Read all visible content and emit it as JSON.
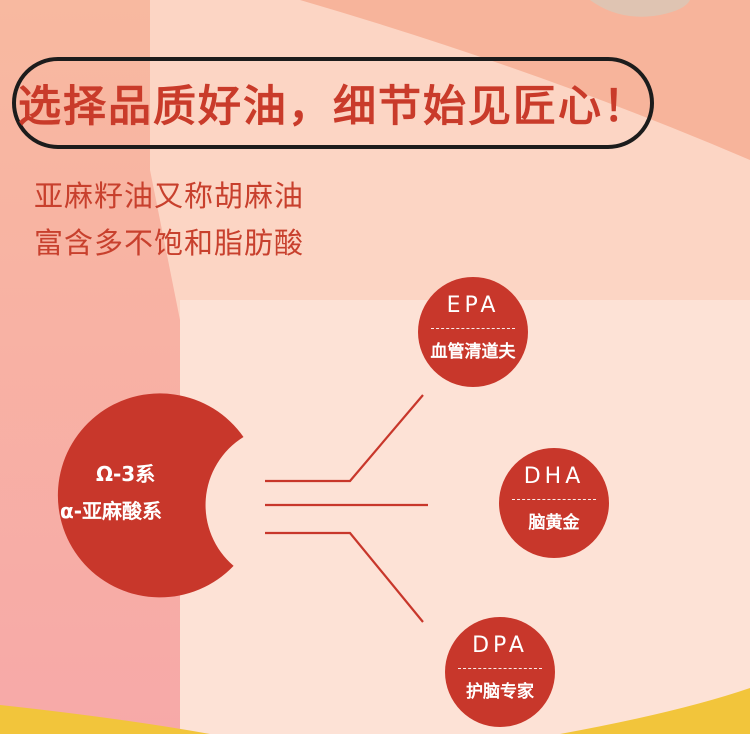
{
  "title": "选择品质好油，细节始见匠心！",
  "intro": {
    "line1": "亚麻籽油又称胡麻油",
    "line2": "富含多不饱和脂肪酸"
  },
  "core": {
    "line1": "Ω-3系",
    "line2": "α-亚麻酸系"
  },
  "nodes": [
    {
      "code": "EPA",
      "desc": "血管清道夫"
    },
    {
      "code": "DHA",
      "desc": "脑黄金"
    },
    {
      "code": "DPA",
      "desc": "护脑专家"
    }
  ],
  "colors": {
    "accent_red": "#c8372b",
    "title_red": "#c93b2a",
    "outline": "#1c1c1c",
    "background_peach": "#fde3d7",
    "background_salmon": "#f9b9a4",
    "bottom_yellow": "#f2c53b"
  }
}
